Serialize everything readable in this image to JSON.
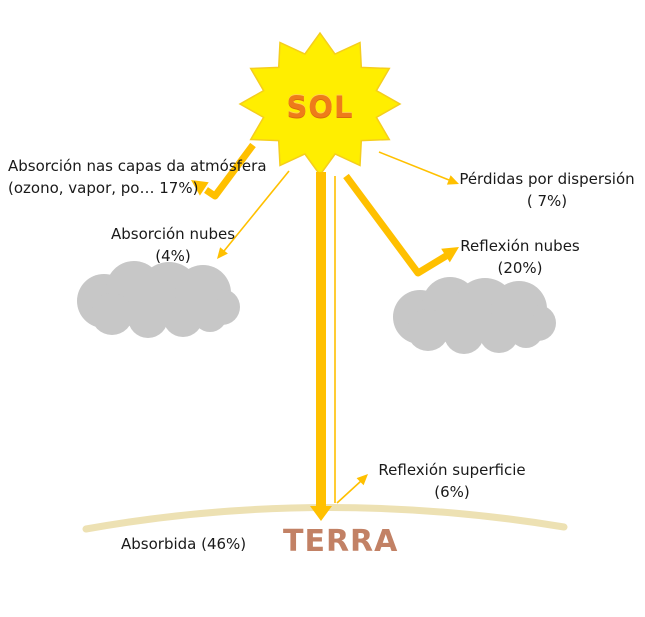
{
  "sun": {
    "label": "SOL"
  },
  "earth": {
    "label": "TERRA"
  },
  "labels": {
    "atmosphere": {
      "line1": "Absorción nas capas da atmósfera",
      "line2": "(ozono, vapor, po… 17%)"
    },
    "cloud_absorption": {
      "line1": "Absorción nubes",
      "line2": "(4%)"
    },
    "dispersion": {
      "line1": "Pérdidas por dispersión",
      "line2": "( 7%)"
    },
    "cloud_reflection": {
      "line1": "Reflexión nubes",
      "line2": "(20%)"
    },
    "surface_reflection": {
      "line1": "Reflexión superficie",
      "line2": "(6%)"
    },
    "absorbed": {
      "line1": "Absorbida (46%)"
    }
  },
  "colors": {
    "sun_fill": "#FFEE00",
    "sun_stroke": "#F5CE1C",
    "arrow": "#FFC000",
    "cloud": "#C7C7C7",
    "ground": "#EDE1B3",
    "terra": "#C28165",
    "sol": "#EE7C1A",
    "ink": "#1A1A1A",
    "bg": "#FFFFFF"
  }
}
